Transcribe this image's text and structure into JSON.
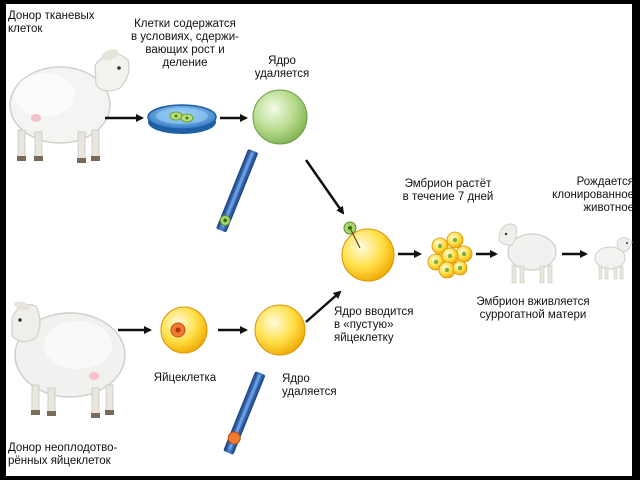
{
  "labels": {
    "tissue_donor": "Донор тканевых\nклеток",
    "cells_conditions": "Клетки содержатся\nв условиях, сдержи-\nвающих рост и\nделение",
    "nucleus_removed_top": "Ядро\nудаляется",
    "embryo_grows": "Эмбрион растёт\nв течение 7 дней",
    "cloned_born": "Рождается\nклонированное\nживотное",
    "nucleus_inserted": "Ядро вводится\nв «пустую»\nяйцеклетку",
    "embryo_implanted": "Эмбрион вживляется\nсуррогатной матери",
    "egg_cell": "Яйцеклетка",
    "nucleus_removed_bottom": "Ядро\nудаляется",
    "egg_donor": "Донор неоплодотво-\nрённых яйцеклеток"
  },
  "colors": {
    "background": "#ffffff",
    "frame": "#000000",
    "arrow": "#111111",
    "somatic_cell": "#9cc86a",
    "egg_cell": "#f7c400",
    "egg_nucleus": "#e4572e",
    "dish": "#3a8fd0",
    "pipette": "#2b5fa8"
  }
}
